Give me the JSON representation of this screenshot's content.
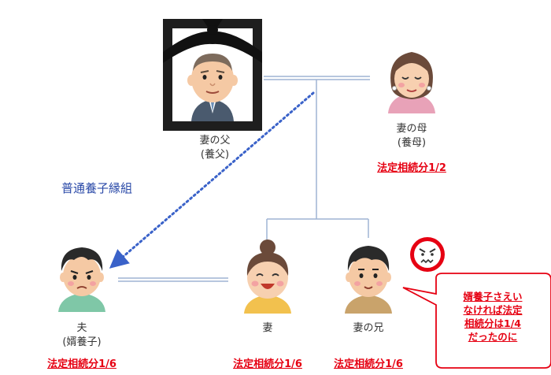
{
  "people": {
    "father": {
      "name": "妻の父",
      "sub": "(養父)"
    },
    "mother": {
      "name": "妻の母",
      "sub": "(養母)",
      "share": "法定相続分1/2"
    },
    "husband": {
      "name": "夫",
      "sub": "(婿養子)",
      "share": "法定相続分1/6"
    },
    "wife": {
      "name": "妻",
      "share": "法定相続分1/6"
    },
    "brother": {
      "name": "妻の兄",
      "share": "法定相続分1/6"
    }
  },
  "adoption_label": "普通養子縁組",
  "bubble": {
    "line1": "婿養子さえい",
    "line2": "なければ法定",
    "line3": "相続分は1/4",
    "line4": "だったのに"
  },
  "colors": {
    "share_red": "#e60012",
    "line_blue": "#9fb4d4",
    "dotted_blue": "#3a62c9",
    "bubble_border": "#e60012"
  },
  "icons": [
    "funeral-portrait-icon",
    "angry-face-icon"
  ]
}
